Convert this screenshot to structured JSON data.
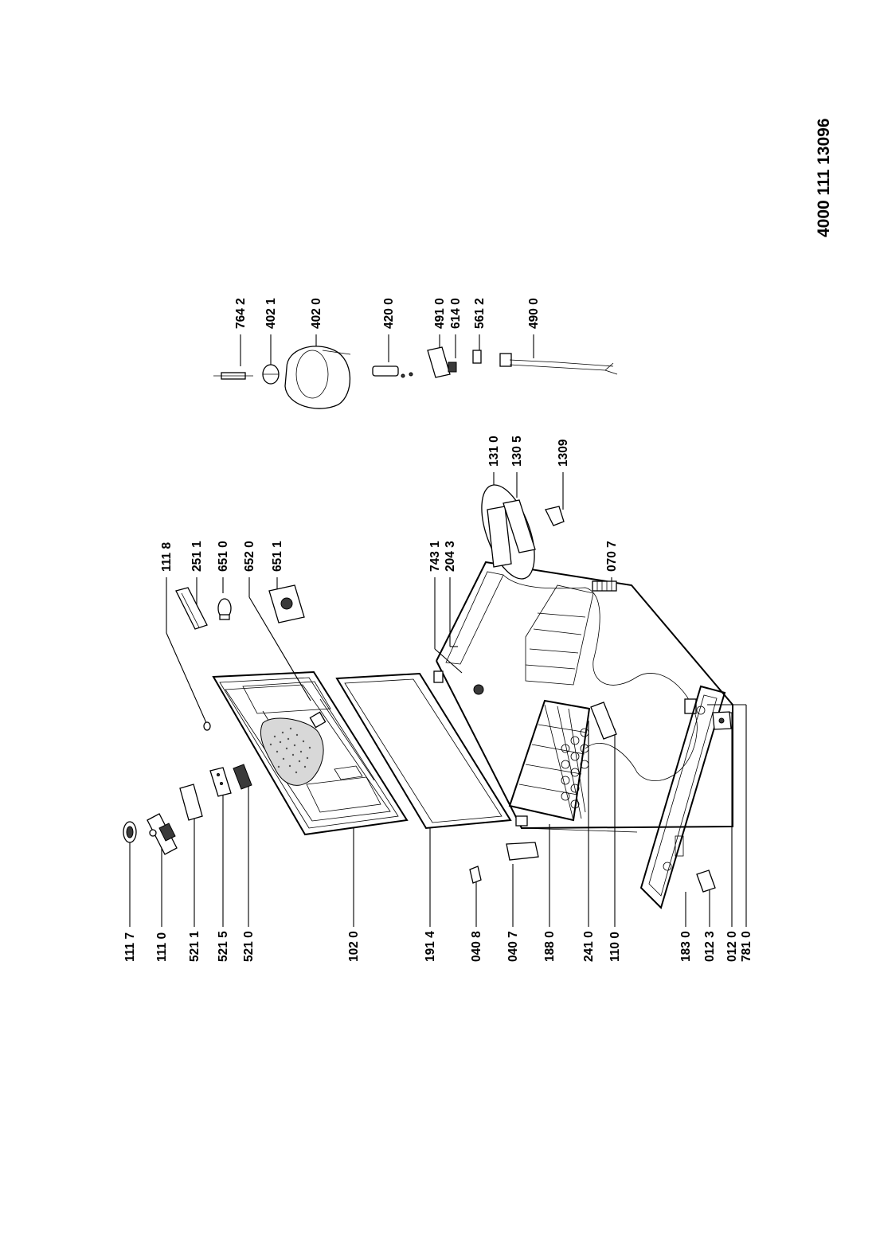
{
  "document_number": "4000 111 13096",
  "parts_left": [
    {
      "id": "l-1117",
      "code": "111 7"
    },
    {
      "id": "l-1110",
      "code": "111 0"
    },
    {
      "id": "l-5211",
      "code": "521 1"
    },
    {
      "id": "l-5215",
      "code": "521 5"
    },
    {
      "id": "l-5210",
      "code": "521 0"
    },
    {
      "id": "l-1020",
      "code": "102 0"
    },
    {
      "id": "l-1914",
      "code": "191 4"
    },
    {
      "id": "l-0408",
      "code": "040 8"
    },
    {
      "id": "l-0407",
      "code": "040 7"
    },
    {
      "id": "l-1880",
      "code": "188 0"
    },
    {
      "id": "l-2410",
      "code": "241 0"
    },
    {
      "id": "l-1100",
      "code": "110 0"
    },
    {
      "id": "l-1830",
      "code": "183 0"
    },
    {
      "id": "l-0123",
      "code": "012 3"
    },
    {
      "id": "l-0120",
      "code": "012 0"
    },
    {
      "id": "l-7810",
      "code": "781 0"
    }
  ],
  "parts_right_upper": [
    {
      "id": "l-1118",
      "code": "111 8"
    },
    {
      "id": "l-2511",
      "code": "251 1"
    },
    {
      "id": "l-6510",
      "code": "651 0"
    },
    {
      "id": "l-6520",
      "code": "652 0"
    },
    {
      "id": "l-6511",
      "code": "651 1"
    }
  ],
  "parts_right_middle": [
    {
      "id": "l-7431",
      "code": "743 1"
    },
    {
      "id": "l-2043",
      "code": "204 3"
    },
    {
      "id": "l-0707",
      "code": "070 7"
    },
    {
      "id": "l-1310",
      "code": "131 0"
    },
    {
      "id": "l-1305",
      "code": "130 5"
    },
    {
      "id": "l-1309",
      "code": "1309"
    }
  ],
  "parts_right_far": [
    {
      "id": "l-7642",
      "code": "764 2"
    },
    {
      "id": "l-4021",
      "code": "402 1"
    },
    {
      "id": "l-4020",
      "code": "402 0"
    },
    {
      "id": "l-4200",
      "code": "420 0"
    },
    {
      "id": "l-4910",
      "code": "491 0"
    },
    {
      "id": "l-6140",
      "code": "614 0"
    },
    {
      "id": "l-5612",
      "code": "561 2"
    },
    {
      "id": "l-4900",
      "code": "490 0"
    }
  ]
}
